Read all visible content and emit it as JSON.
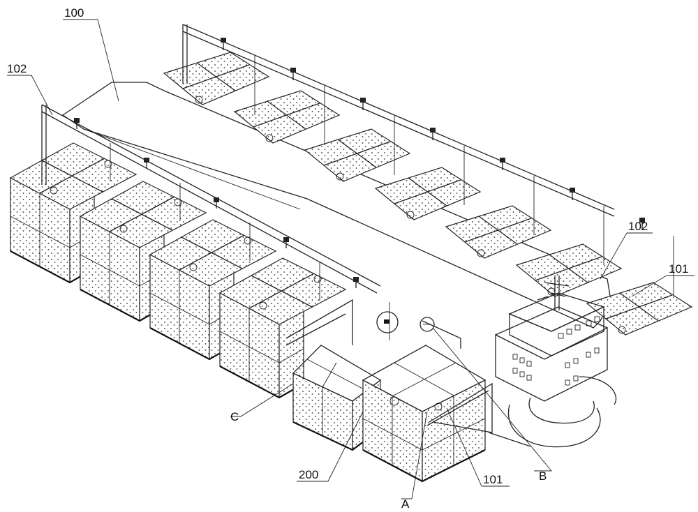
{
  "figure": {
    "colors": {
      "ink": "#222222",
      "paper": "#ffffff",
      "mesh_dot": "#333333"
    }
  },
  "labels": {
    "hull": "100",
    "frame_left": "102",
    "frame_right": "102",
    "arm_right": "101",
    "arm_bottom": "101",
    "cage": "200",
    "detail_a": "A",
    "detail_b": "B",
    "detail_c": "C"
  }
}
